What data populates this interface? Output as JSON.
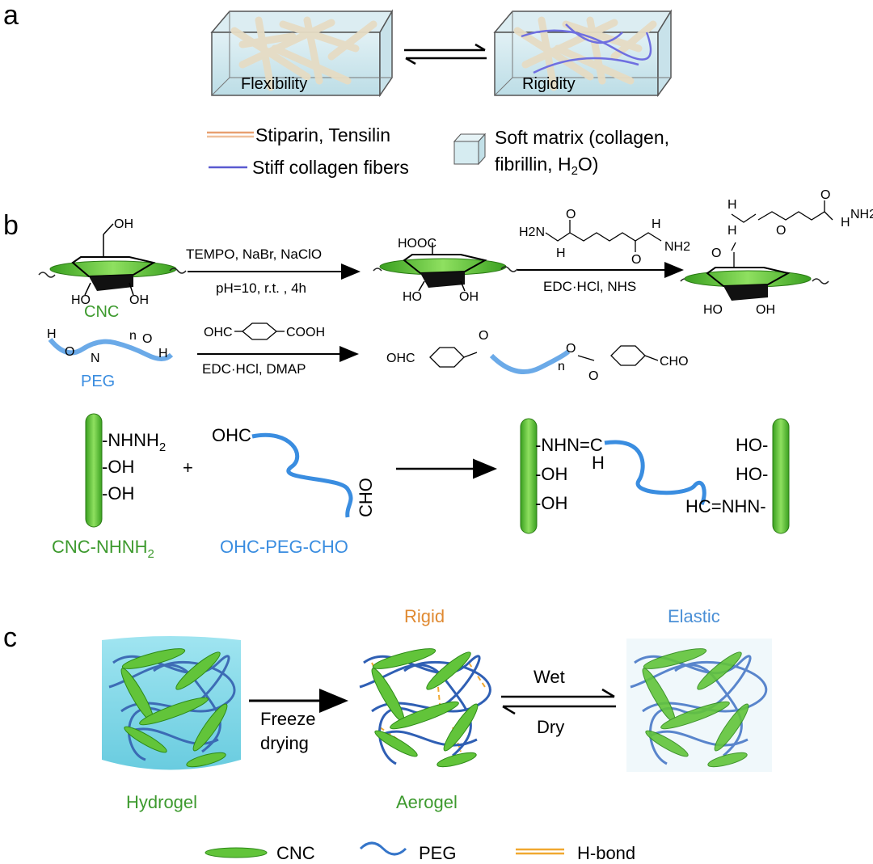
{
  "panels": {
    "a": "a",
    "b": "b",
    "c": "c"
  },
  "panel_a": {
    "box_left_label": "Flexibility",
    "box_right_label": "Rigidity",
    "legend": {
      "stiparin": "Stiparin, Tensilin",
      "collagen": "Stiff collagen fibers",
      "matrix_line1": "Soft matrix (collagen,",
      "matrix_line2_pre": "fibrillin, H",
      "matrix_line2_sub": "2",
      "matrix_line2_post": "O)"
    },
    "colors": {
      "stiparin": "#e8a070",
      "collagen": "#5a5ad0",
      "box": "#cfe7ee"
    }
  },
  "panel_b": {
    "row1": {
      "reagent1_top": "TEMPO, NaBr, NaClO",
      "reagent1_bottom": "pH=10, r.t. , 4h",
      "reagent2_bottom": "EDC·HCl, NHS",
      "cnc_label": "CNC",
      "oh": "OH",
      "ho": "HO",
      "hooc": "HOOC",
      "h2n": "H2N",
      "nh2": "NH2",
      "h": "H",
      "n": "N",
      "o": "O"
    },
    "row2": {
      "reagent_top_left": "OHC",
      "reagent_top_right": "COOH",
      "reagent_bottom": "EDC·HCl, DMAP",
      "peg_label": "PEG",
      "product_left": "OHC",
      "product_right": "CHO",
      "n": "n"
    },
    "row3": {
      "nhnh2_pre": "-NHNH",
      "nhnh2_sub": "2",
      "oh1": "-OH",
      "oh2": "-OH",
      "plus": "+",
      "ohc": "OHC",
      "cho": "CHO",
      "cnc_label_pre": "CNC-NHNH",
      "cnc_label_sub": "2",
      "peg_label": "OHC-PEG-CHO",
      "prod_nhn": "-NHN=C",
      "prod_h": "H",
      "prod_oh1": "-OH",
      "prod_oh2": "-OH",
      "prod_ho1": "HO-",
      "prod_ho2": "HO-",
      "prod_hcn": "HC=NHN-"
    },
    "colors": {
      "cnc": "#4fbf2e",
      "peg": "#3a8de0"
    }
  },
  "panel_c": {
    "arrow1_line1": "Freeze",
    "arrow1_line2": "drying",
    "rigid": "Rigid",
    "elastic": "Elastic",
    "wet": "Wet",
    "dry": "Dry",
    "hydrogel": "Hydrogel",
    "aerogel": "Aerogel",
    "legend": {
      "cnc": "CNC",
      "peg": "PEG",
      "hbond": "H-bond"
    },
    "colors": {
      "cnc": "#5fc23a",
      "peg": "#3575c9",
      "hbond": "#f0a830",
      "rigid": "#e08a32",
      "elastic": "#4a8fd6",
      "label_green": "#3d9a2e"
    }
  }
}
